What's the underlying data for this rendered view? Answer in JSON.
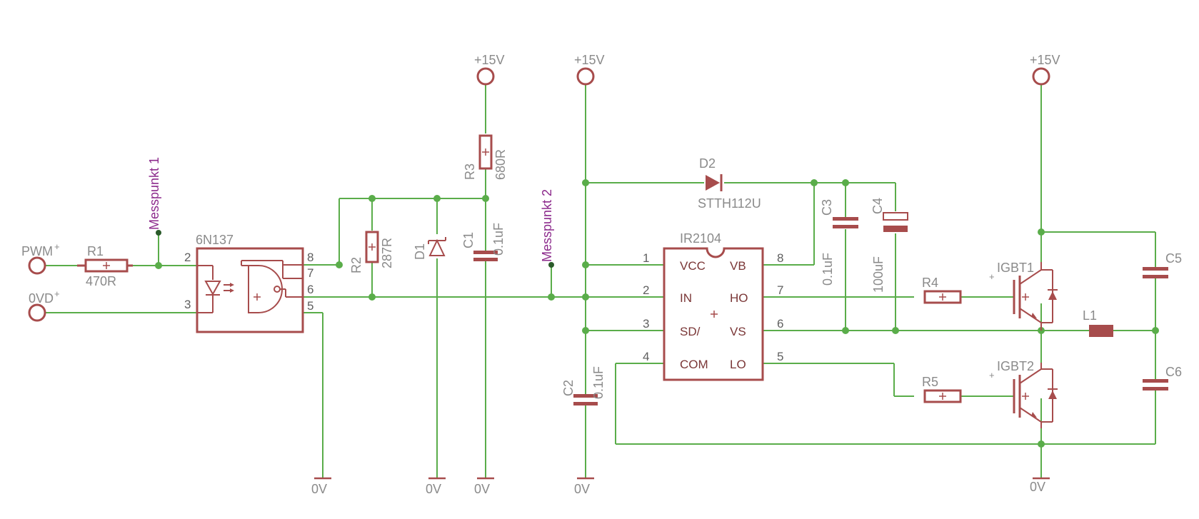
{
  "supplies": {
    "vcc1": "+15V",
    "vcc2": "+15V",
    "vcc3": "+15V"
  },
  "grounds": [
    "0V",
    "0V",
    "0V",
    "0V",
    "0V"
  ],
  "ports": {
    "pwm": "PWM",
    "ovd": "0VD"
  },
  "measure_points": {
    "mp1": "Messpunkt 1",
    "mp2": "Messpunkt 2"
  },
  "components": {
    "r1": {
      "name": "R1",
      "value": "470R"
    },
    "r2": {
      "name": "R2",
      "value": "287R"
    },
    "r3": {
      "name": "R3",
      "value": "680R"
    },
    "r4": {
      "name": "R4"
    },
    "r5": {
      "name": "R5"
    },
    "d1": {
      "name": "D1"
    },
    "d2": {
      "name": "D2",
      "value": "STTH112U"
    },
    "c1": {
      "name": "C1",
      "value": "0.1uF"
    },
    "c2": {
      "name": "C2",
      "value": "0.1uF"
    },
    "c3": {
      "name": "C3",
      "value": "0.1uF"
    },
    "c4": {
      "name": "C4",
      "value": "100uF"
    },
    "c5": {
      "name": "C5"
    },
    "c6": {
      "name": "C6"
    },
    "l1": {
      "name": "L1"
    },
    "igbt1": {
      "name": "IGBT1"
    },
    "igbt2": {
      "name": "IGBT2"
    }
  },
  "optocoupler": {
    "name": "6N137",
    "pins": [
      "2",
      "3",
      "8",
      "7",
      "6",
      "5"
    ]
  },
  "driver": {
    "name": "IR2104",
    "left_pins": [
      {
        "num": "1",
        "label": "VCC"
      },
      {
        "num": "2",
        "label": "IN"
      },
      {
        "num": "3",
        "label": "SD/"
      },
      {
        "num": "4",
        "label": "COM"
      }
    ],
    "right_pins": [
      {
        "num": "8",
        "label": "VB"
      },
      {
        "num": "7",
        "label": "HO"
      },
      {
        "num": "6",
        "label": "VS"
      },
      {
        "num": "5",
        "label": "LO"
      }
    ]
  },
  "colors": {
    "wire": "#5aad4a",
    "part": "#a74c4c",
    "measure_label": "#8c2b8c"
  }
}
